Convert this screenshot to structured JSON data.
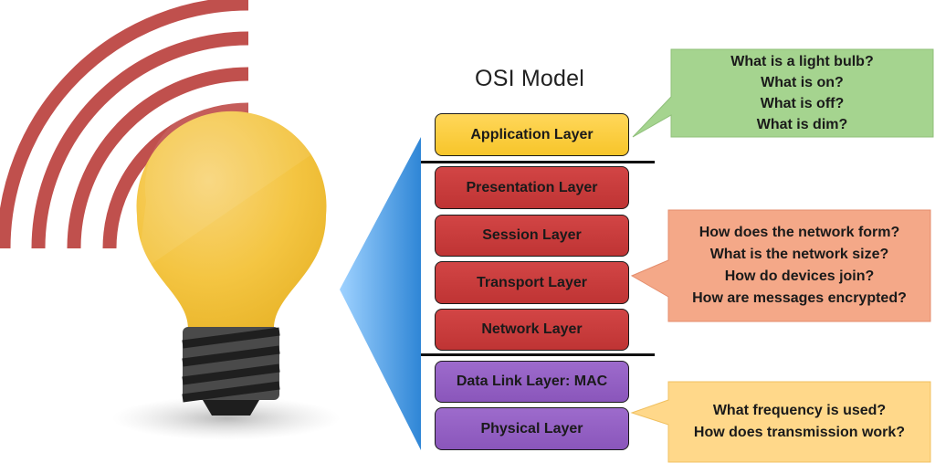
{
  "title": "OSI Model",
  "layers": [
    "Application Layer",
    "Presentation Layer",
    "Session Layer",
    "Transport Layer",
    "Network Layer",
    "Data Link Layer: MAC",
    "Physical Layer"
  ],
  "callouts": {
    "application": [
      "What is a light bulb?",
      "What is on?",
      "What is  off?",
      "What is dim?"
    ],
    "network": [
      "How does the network form?",
      "What is the network size?",
      "How do devices join?",
      "How are messages encrypted?"
    ],
    "physical": [
      "What frequency is used?",
      "How does transmission work?"
    ]
  },
  "colors": {
    "signal_arcs": "#c0504d",
    "bulb_glass": "#f4c542",
    "bulb_base": "#4a4a4a",
    "funnel": "#3b8fd9",
    "application": "#f7c52a",
    "middle_layers": "#c43a3a",
    "lower_layers": "#8f5bbf",
    "callout_green": "#9fd18b",
    "callout_salmon": "#f4a888",
    "callout_yellow": "#ffd88a"
  },
  "icons": [
    "wireless-signal-icon",
    "light-bulb-icon"
  ]
}
